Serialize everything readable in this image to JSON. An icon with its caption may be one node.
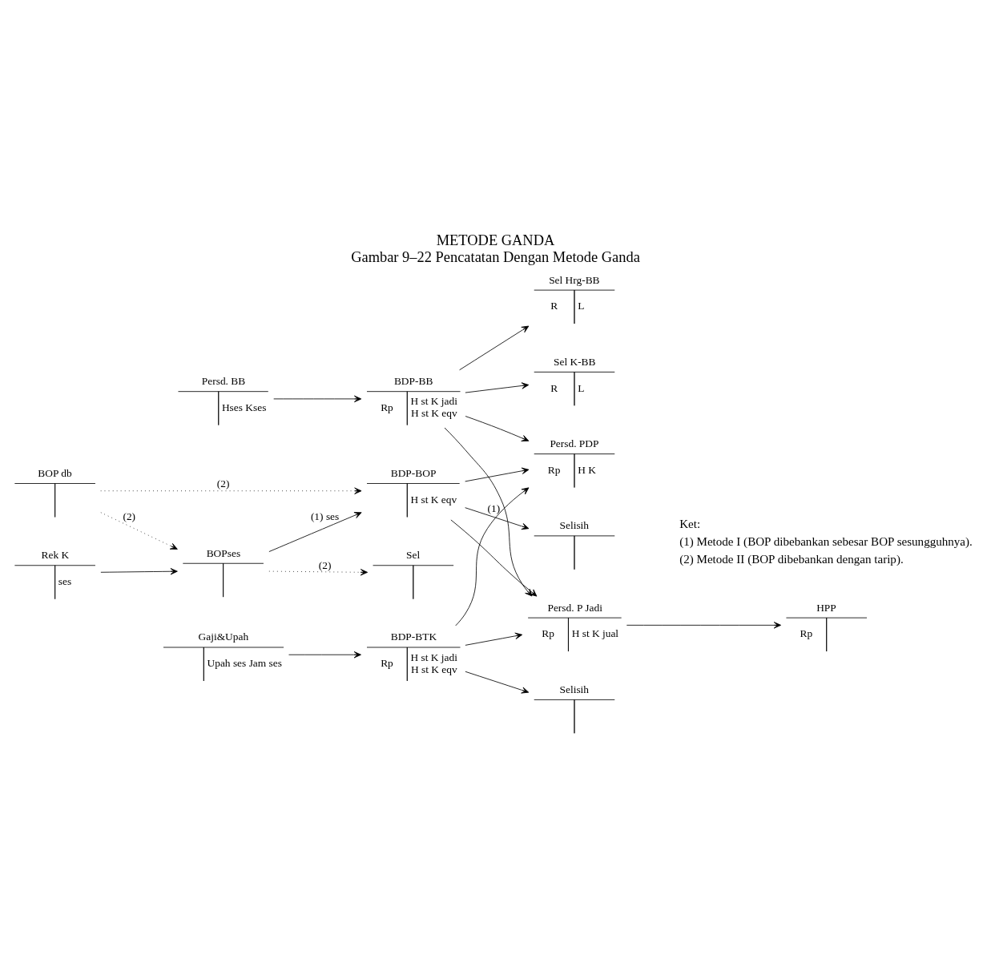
{
  "diagram": {
    "title": "METODE GANDA",
    "caption": "Gambar 9–22 Pencatatan Dengan Metode Ganda",
    "nodes": [
      {
        "text": [
          "Persd. BB",
          "Hses Kses"
        ]
      },
      {
        "text": [
          "BDP-BB",
          "Rp",
          "H st K jadi",
          "H st K eqv"
        ]
      },
      {
        "text": [
          "Persd. P Jadi",
          "Rp",
          "H st K jual"
        ]
      },
      {
        "text": [
          "HPP",
          "Rp"
        ]
      },
      {
        "text": [
          "Sel Hrg-BB",
          "R",
          "L"
        ]
      },
      {
        "text": [
          "Gaji&Upah",
          "Upah ses Jam ses"
        ]
      },
      {
        "text": [
          "BDP-BTK",
          "Rp",
          "H st K jadi",
          "H st K eqv"
        ]
      },
      {
        "text": [
          "Sel K-BB",
          "R",
          "L"
        ]
      },
      {
        "text": [
          "Persd. PDP",
          "Rp",
          "H K"
        ]
      },
      {
        "text": [
          "Selisih"
        ]
      },
      {
        "text": [
          "Rek K",
          "ses"
        ]
      },
      {
        "text": [
          "BOPses"
        ]
      },
      {
        "text": [
          "BDP-BOP",
          "H st K eqv"
        ]
      },
      {
        "text": [
          "Sel"
        ]
      },
      {
        "text": [
          "BOP db"
        ]
      },
      {
        "text": [
          "Selisih"
        ]
      }
    ],
    "edges": [
      {
        "from": 0,
        "to": 1,
        "arrow": "to"
      },
      {
        "from": 1,
        "to": 2,
        "arrow": "to"
      },
      {
        "from": 6,
        "to": 2,
        "arrow": "to"
      },
      {
        "from": 12,
        "to": 2,
        "arrow": "to"
      },
      {
        "from": 2,
        "to": 3,
        "arrow": "to"
      },
      {
        "from": 1,
        "to": 4,
        "arrow": "to"
      },
      {
        "from": 1,
        "to": 7,
        "arrow": "to"
      },
      {
        "from": 1,
        "to": 8,
        "arrow": "to"
      },
      {
        "from": 5,
        "to": 6,
        "arrow": "to"
      },
      {
        "from": 6,
        "to": 8,
        "arrow": "to"
      },
      {
        "from": 12,
        "to": 8,
        "arrow": "to"
      },
      {
        "from": 6,
        "to": 9,
        "arrow": "to"
      },
      {
        "from": 10,
        "to": 11,
        "arrow": "to"
      },
      {
        "from": 11,
        "to": 12,
        "arrow": "to",
        "label": "(1) ses"
      },
      {
        "from": 11,
        "to": 13,
        "arrow": "to",
        "label": "(2)",
        "style": "dashed"
      },
      {
        "from": 14,
        "to": 11,
        "arrow": "to",
        "label": "(2)",
        "style": "dashed"
      },
      {
        "from": 14,
        "to": 12,
        "arrow": "to",
        "label": "(2)",
        "style": "dashed"
      },
      {
        "from": 12,
        "to": 15,
        "arrow": "to",
        "label": "(1)"
      }
    ],
    "labels": [
      "Ket:",
      "(1) Metode I (BOP dibebankan sebesar BOP sesungguhnya).",
      "(2) Metode II (BOP dibebankan dengan tarip)."
    ]
  }
}
